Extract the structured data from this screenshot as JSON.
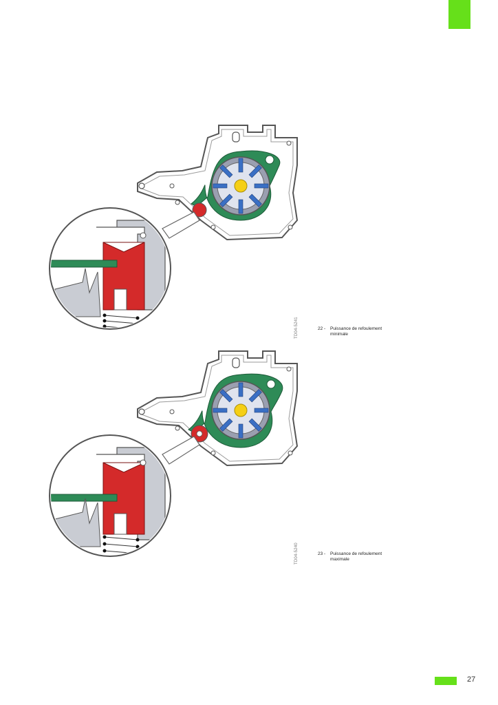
{
  "colors": {
    "accent": "#66e01a",
    "green_ring": "#2e8b57",
    "red_piston": "#d42a2a",
    "blue_vane": "#3a6fc4",
    "yellow_hub": "#f5cf16",
    "grey_rotor": "#9a9fb0"
  },
  "figures": [
    {
      "ref": "TD04-5241",
      "caption_number": "22 -",
      "caption_line1": "Puissance de refoulement",
      "caption_line2": "minimale"
    },
    {
      "ref": "TD04-5240",
      "caption_number": "23 -",
      "caption_line1": "Puissance de refoulement",
      "caption_line2": "maximale"
    }
  ],
  "page_number": "27"
}
